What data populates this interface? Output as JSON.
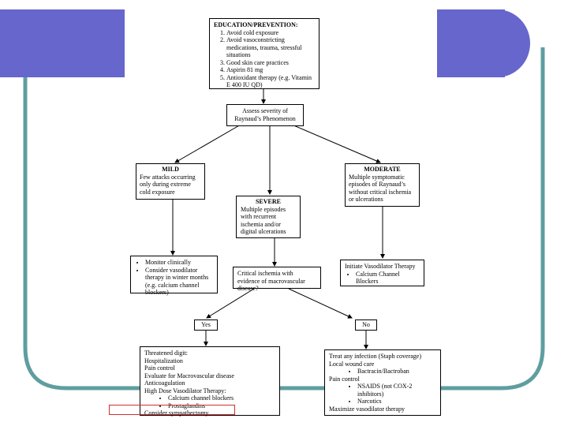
{
  "colors": {
    "slide_blue": "#6666cc",
    "slide_teal": "#5f9ea0",
    "highlight_red": "#d32f2f"
  },
  "education": {
    "title": "EDUCATION/PREVENTION:",
    "items": [
      "Avoid cold exposure",
      "Avoid vasoconstricting medications, trauma, stressful situations",
      "Good skin care practices",
      "Aspirin 81 mg",
      "Antioxidant therapy (e.g. Vitamin E 400 IU QD)"
    ]
  },
  "assess": {
    "text": "Assess severity of Raynaud’s Phenomenon"
  },
  "mild": {
    "title": "MILD",
    "text": "Few attacks occurring only during extreme cold exposure"
  },
  "severe": {
    "title": "SEVERE",
    "text": "Multiple episodes with recurrent ischemia and/or digital ulcerations"
  },
  "moderate": {
    "title": "MODERATE",
    "text": "Multiple symptomatic episodes of Raynaud’s without critical ischemia or ulcerations"
  },
  "mild_action": {
    "items": [
      "Monitor clinically",
      "Consider vasodilator therapy in winter months (e.g. calcium channel blockers)"
    ]
  },
  "moderate_action": {
    "line": "Initiate Vasodilator Therapy",
    "items": [
      "Calcium Channel Blockers"
    ]
  },
  "critical": {
    "text": "Critical ischemia with evidence of macrovascular disease?"
  },
  "yes_label": "Yes",
  "no_label": "No",
  "yes_box": {
    "lines": [
      "Threatened digit:",
      "Hospitalization",
      "Pain control",
      "Evaluate for Macrovascular disease",
      "Anticoagulation",
      "High Dose Vasodilator Therapy:"
    ],
    "sub_items": [
      "Calcium channel blockers",
      "Prostaglandins"
    ],
    "last_line": "Consider sympathectomy"
  },
  "no_box": {
    "lines": [
      "Treat any infection (Staph coverage)",
      "Local wound care"
    ],
    "wound_items": [
      "Bactracin/Bactroban"
    ],
    "pain_line": "Pain control",
    "pain_items": [
      "NSAIDS (not COX-2 inhibitors)",
      "Narcotics"
    ],
    "last_line": "Maximize vasodilator therapy"
  }
}
